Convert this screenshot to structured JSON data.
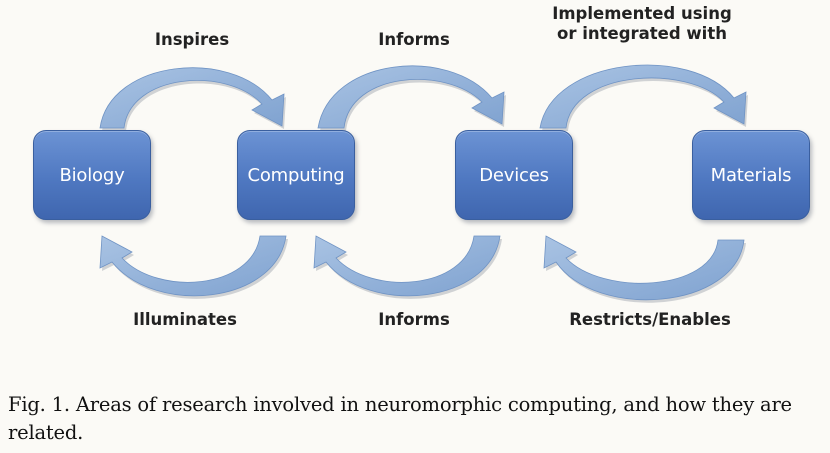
{
  "nodes": {
    "biology": "Biology",
    "computing": "Computing",
    "devices": "Devices",
    "materials": "Materials"
  },
  "edges": {
    "inspires": "Inspires",
    "informs_top": "Informs",
    "implemented_line1": "Implemented using",
    "implemented_line2": "or integrated with",
    "illuminates": "Illuminates",
    "informs_bottom": "Informs",
    "restricts_enables": "Restricts/Enables"
  },
  "caption": "Fig. 1.  Areas of research involved in neuromorphic computing, and how they are related.",
  "colors": {
    "box_fill": "#4f78c1",
    "arrow_fill": "#8fb0d8",
    "background": "#fbfaf6"
  }
}
